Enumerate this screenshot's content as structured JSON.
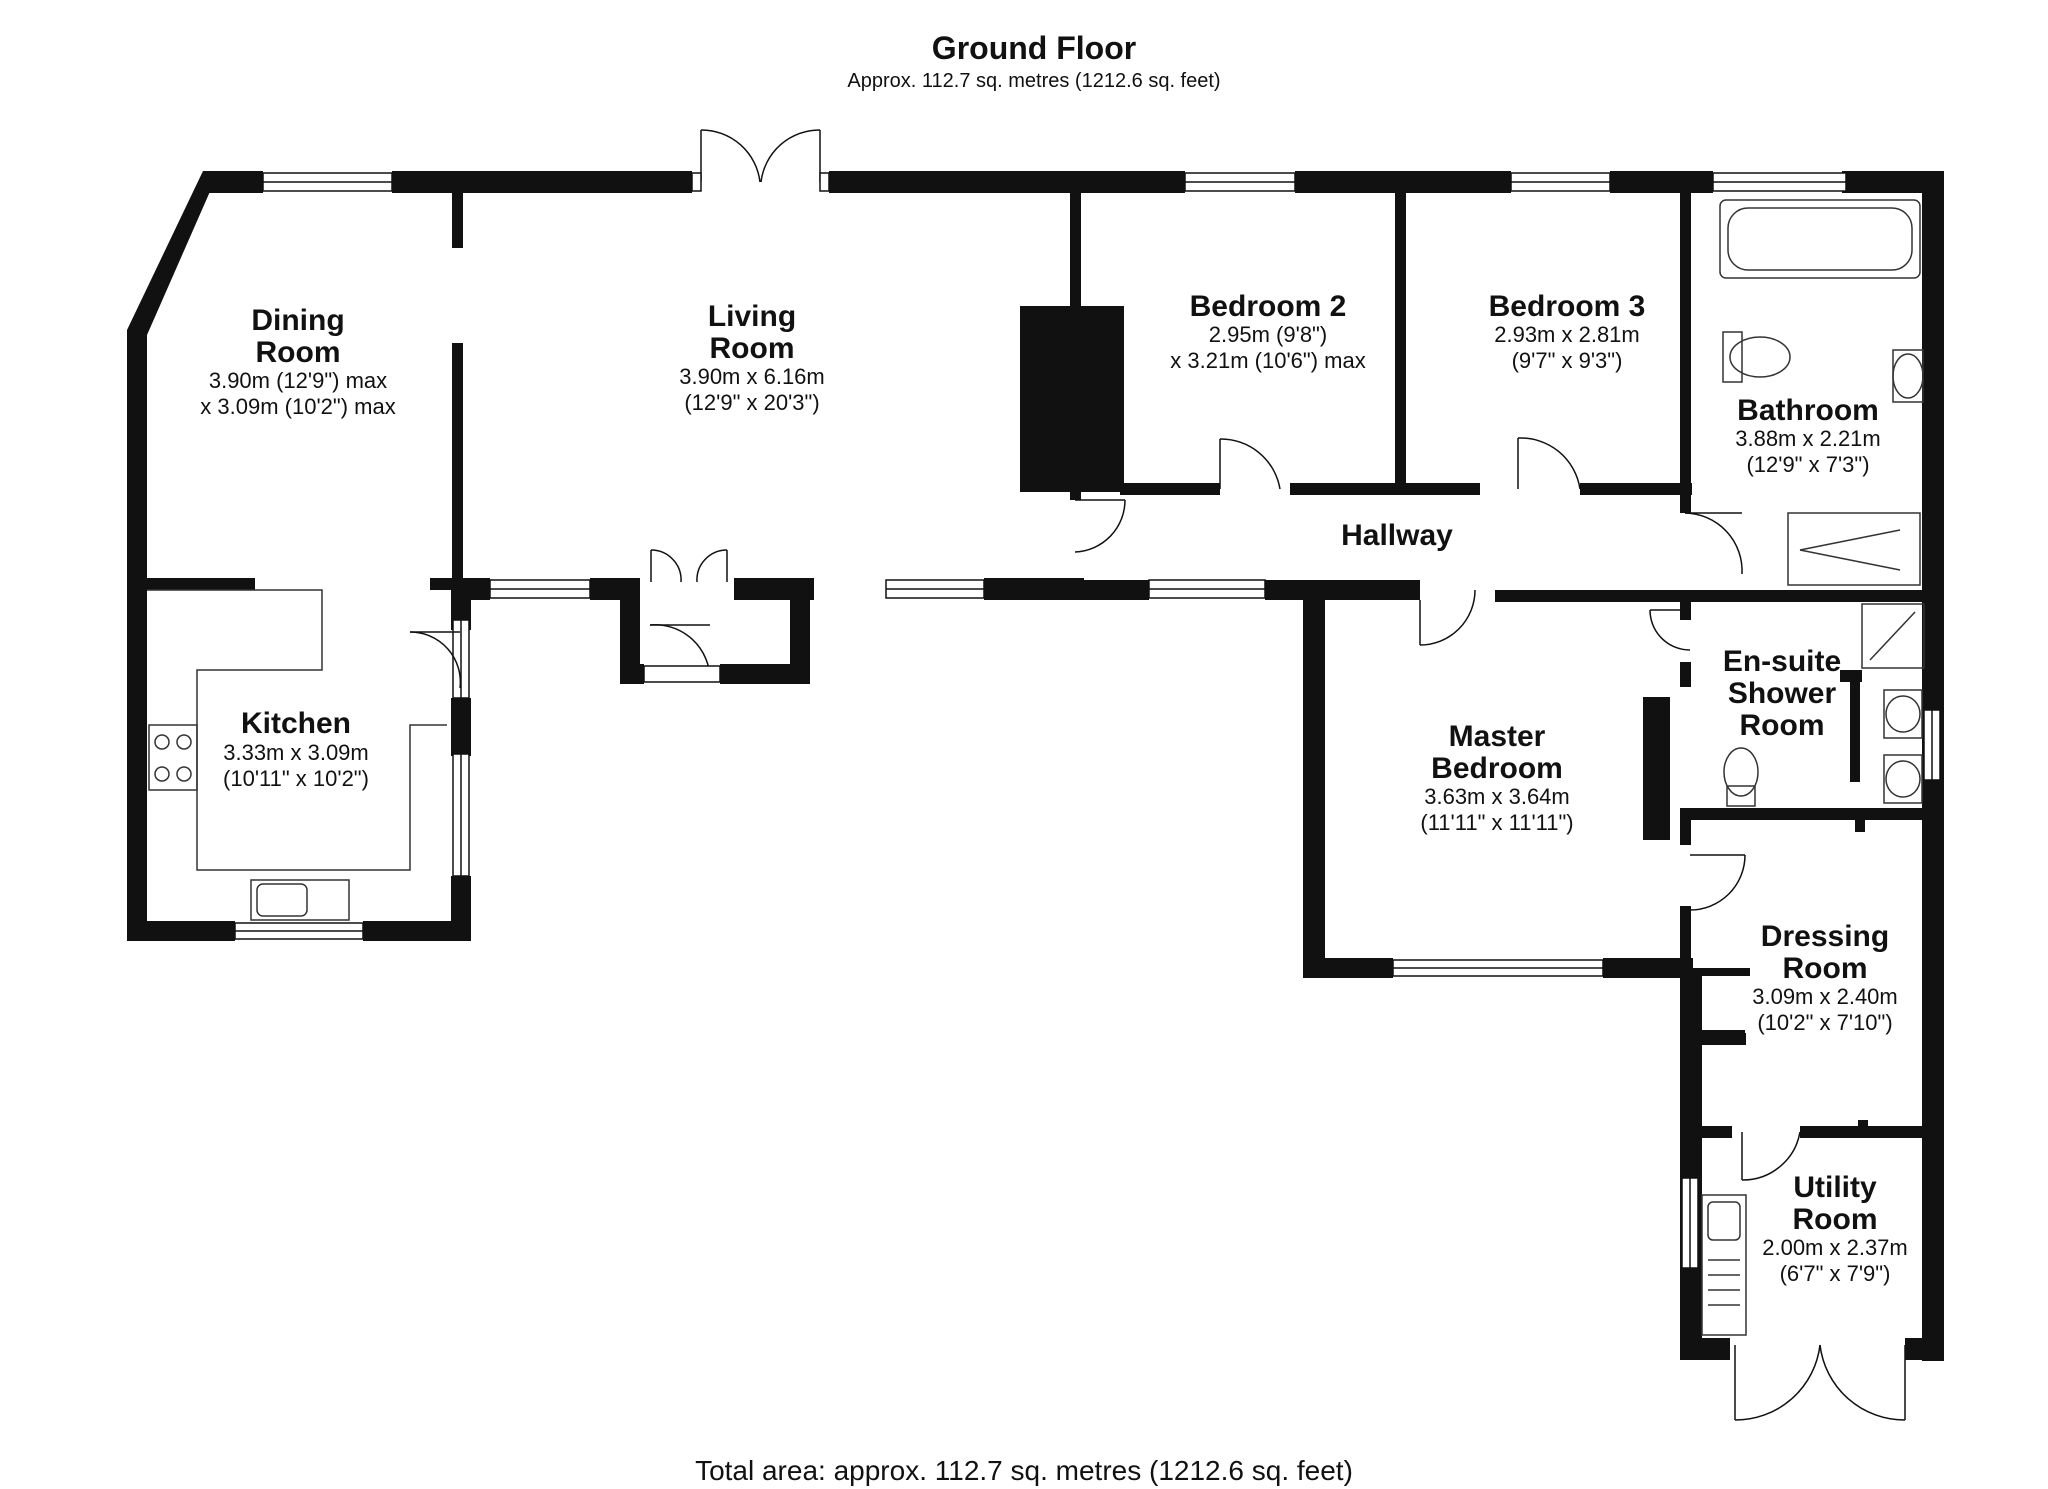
{
  "header": {
    "title": "Ground Floor",
    "area": "Approx. 112.7 sq. metres (1212.6 sq. feet)"
  },
  "footer": {
    "total": "Total area: approx. 112.7 sq. metres (1212.6 sq. feet)"
  },
  "rooms": {
    "dining": {
      "name1": "Dining",
      "name2": "Room",
      "dim1": "3.90m (12'9\") max",
      "dim2": "x 3.09m (10'2\") max"
    },
    "living": {
      "name1": "Living",
      "name2": "Room",
      "dim1": "3.90m x 6.16m",
      "dim2": "(12'9\" x 20'3\")"
    },
    "bedroom2": {
      "name1": "Bedroom 2",
      "dim1": "2.95m (9'8\")",
      "dim2": "x 3.21m (10'6\") max"
    },
    "bedroom3": {
      "name1": "Bedroom 3",
      "dim1": "2.93m x 2.81m",
      "dim2": "(9'7\" x 9'3\")"
    },
    "bathroom": {
      "name1": "Bathroom",
      "dim1": "3.88m x 2.21m",
      "dim2": "(12'9\" x 7'3\")"
    },
    "hallway": {
      "name1": "Hallway"
    },
    "kitchen": {
      "name1": "Kitchen",
      "dim1": "3.33m x 3.09m",
      "dim2": "(10'11\" x 10'2\")"
    },
    "ensuite": {
      "name1": "En-suite",
      "name2": "Shower",
      "name3": "Room"
    },
    "master": {
      "name1": "Master",
      "name2": "Bedroom",
      "dim1": "3.63m x 3.64m",
      "dim2": "(11'11\" x 11'11\")"
    },
    "dressing": {
      "name1": "Dressing",
      "name2": "Room",
      "dim1": "3.09m x 2.40m",
      "dim2": "(10'2\" x 7'10\")"
    },
    "utility": {
      "name1": "Utility",
      "name2": "Room",
      "dim1": "2.00m x 2.37m",
      "dim2": "(6'7\" x 7'9\")"
    }
  },
  "colors": {
    "wall": "#111111",
    "fixture": "#333333",
    "background": "#ffffff"
  }
}
